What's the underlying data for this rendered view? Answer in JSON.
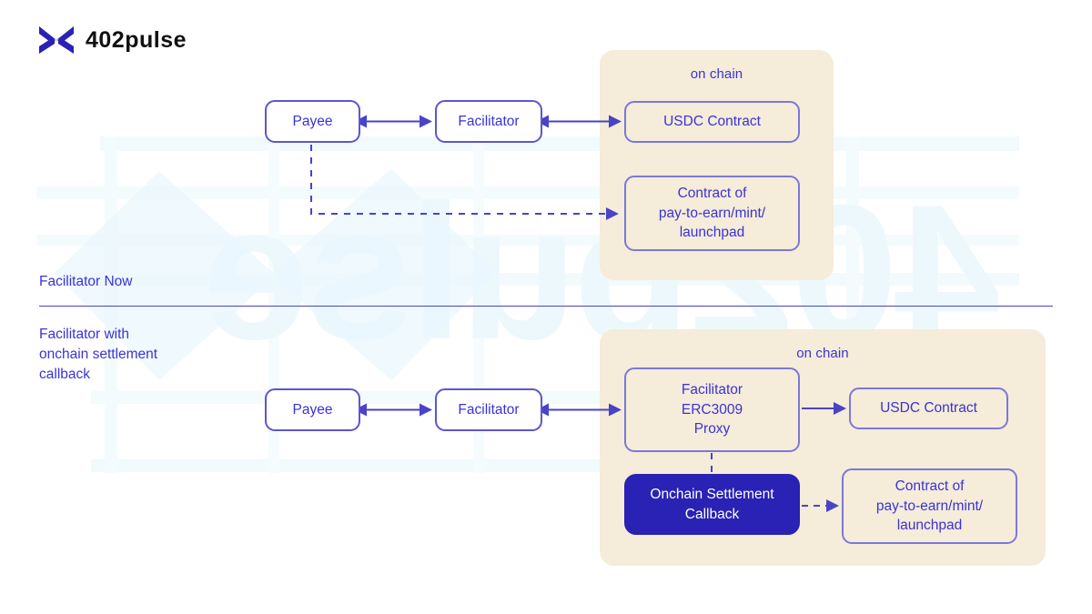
{
  "brand": {
    "logo_icon": "x-mark-icon",
    "wordmark": "402pulse",
    "accent_color": "#2a21b5"
  },
  "colors": {
    "panel_background": "#f5ecd9",
    "node_border": "#7c78d8",
    "node_border_strong": "#5c56cf",
    "text_blue": "#3a33d6",
    "filled_node_background": "#2a21b5",
    "filled_node_text": "#ffffff",
    "divider": "#4a43c8",
    "watermark": "#eaf6fd"
  },
  "sections": [
    {
      "id": "facilitator-now",
      "label": "Facilitator Now",
      "panel_title": "on chain",
      "nodes": [
        {
          "id": "payee-top",
          "label": "Payee",
          "style": "white"
        },
        {
          "id": "facilitator-top",
          "label": "Facilitator",
          "style": "white"
        },
        {
          "id": "usdc-top",
          "label": "USDC Contract",
          "style": "outline"
        },
        {
          "id": "contract-top",
          "label": "Contract of\npay-to-earn/mint/\nlaunchpad",
          "style": "outline"
        }
      ],
      "edges": [
        {
          "from": "payee-top",
          "to": "facilitator-top",
          "type": "solid",
          "arrows": "both"
        },
        {
          "from": "facilitator-top",
          "to": "usdc-top",
          "type": "solid",
          "arrows": "both"
        },
        {
          "from": "payee-top",
          "to": "contract-top",
          "type": "dashed",
          "arrows": "end"
        }
      ]
    },
    {
      "id": "facilitator-with-onchain-settlement-callback",
      "label": "Facilitator with\nonchain settlement\ncallback",
      "panel_title": "on chain",
      "nodes": [
        {
          "id": "payee-bottom",
          "label": "Payee",
          "style": "white"
        },
        {
          "id": "facilitator-bottom",
          "label": "Facilitator",
          "style": "white"
        },
        {
          "id": "proxy",
          "label": "Facilitator\nERC3009\nProxy",
          "style": "outline"
        },
        {
          "id": "usdc-bottom",
          "label": "USDC Contract",
          "style": "outline"
        },
        {
          "id": "callback",
          "label": "Onchain Settlement\nCallback",
          "style": "filled"
        },
        {
          "id": "contract-bottom",
          "label": "Contract of\npay-to-earn/mint/\nlaunchpad",
          "style": "outline"
        }
      ],
      "edges": [
        {
          "from": "payee-bottom",
          "to": "facilitator-bottom",
          "type": "solid",
          "arrows": "both"
        },
        {
          "from": "facilitator-bottom",
          "to": "proxy",
          "type": "solid",
          "arrows": "both"
        },
        {
          "from": "proxy",
          "to": "usdc-bottom",
          "type": "solid",
          "arrows": "end"
        },
        {
          "from": "proxy",
          "to": "callback",
          "type": "dashed",
          "arrows": "none"
        },
        {
          "from": "callback",
          "to": "contract-bottom",
          "type": "dashed",
          "arrows": "end"
        }
      ]
    }
  ],
  "node_labels": {
    "payee_top": "Payee",
    "facilitator_top": "Facilitator",
    "usdc_top": "USDC Contract",
    "contract_top_line1": "Contract of",
    "contract_top_line2": "pay-to-earn/mint/",
    "contract_top_line3": "launchpad",
    "payee_bottom": "Payee",
    "facilitator_bottom": "Facilitator",
    "proxy_line1": "Facilitator",
    "proxy_line2": "ERC3009",
    "proxy_line3": "Proxy",
    "usdc_bottom": "USDC Contract",
    "callback_line1": "Onchain Settlement",
    "callback_line2": "Callback",
    "contract_bottom_line1": "Contract of",
    "contract_bottom_line2": "pay-to-earn/mint/",
    "contract_bottom_line3": "launchpad"
  },
  "panel_titles": {
    "top": "on chain",
    "bottom": "on chain"
  },
  "section_labels": {
    "now": "Facilitator Now",
    "new_line1": "Facilitator with",
    "new_line2": "onchain settlement",
    "new_line3": "callback"
  },
  "watermark": {
    "text": "402pulse",
    "icon": "x-mark-icon"
  }
}
